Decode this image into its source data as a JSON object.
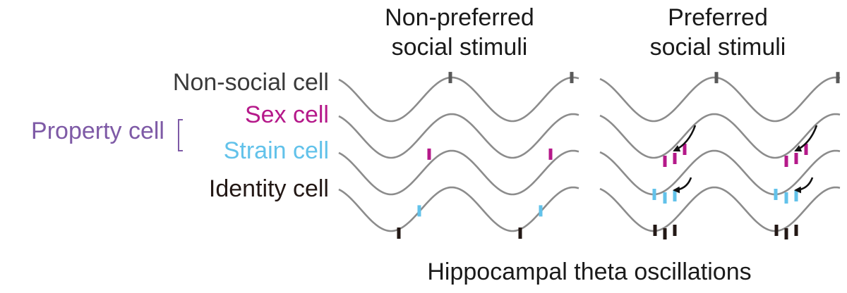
{
  "panels": [
    {
      "title_line1": "Non-preferred",
      "title_line2": "social stimuli"
    },
    {
      "title_line1": "Preferred",
      "title_line2": "social stimuli"
    }
  ],
  "row_labels": [
    "Non-social cell",
    "Sex cell",
    "Strain cell",
    "Identity cell"
  ],
  "group_label": "Property cell",
  "caption": "Hippocampal theta oscillations",
  "colors": {
    "wave": "#8c8c8c",
    "non_social": "#595959",
    "sex": "#b5198a",
    "strain": "#62c2ea",
    "identity": "#231815",
    "property": "#7e5aa6",
    "text": "#3a3a3a",
    "arrow": "#111111"
  }
}
